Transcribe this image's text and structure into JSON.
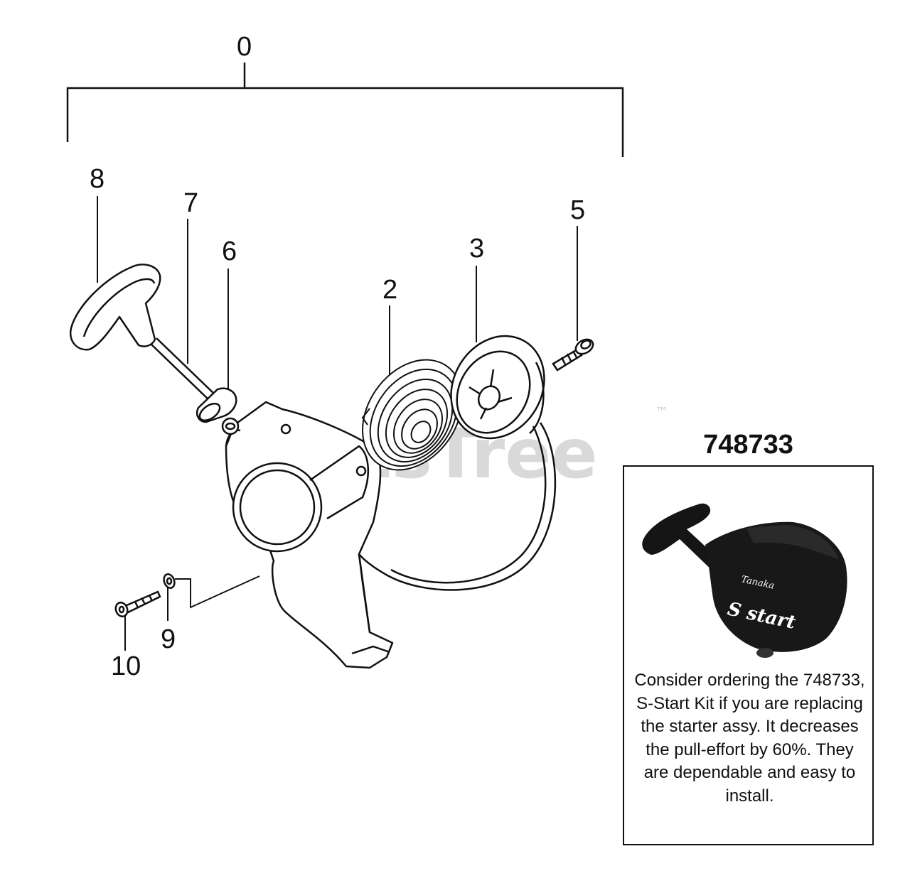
{
  "callouts": {
    "assembly": "0",
    "p2": "2",
    "p3": "3",
    "p5": "5",
    "p6": "6",
    "p7": "7",
    "p8": "8",
    "p9": "9",
    "p10": "10"
  },
  "watermark": {
    "text": "PartsTree",
    "trademark": "™"
  },
  "kit": {
    "part_number": "748733",
    "photo_brand": "Tanaka",
    "photo_product": "S start",
    "note": "Consider ordering the 748733, S-Start Kit if  you are replacing the starter assy. It decreases the pull-effort by 60%. They are dependable and easy to install."
  },
  "colors": {
    "line": "#111111",
    "watermark": "#d9d9d9"
  }
}
